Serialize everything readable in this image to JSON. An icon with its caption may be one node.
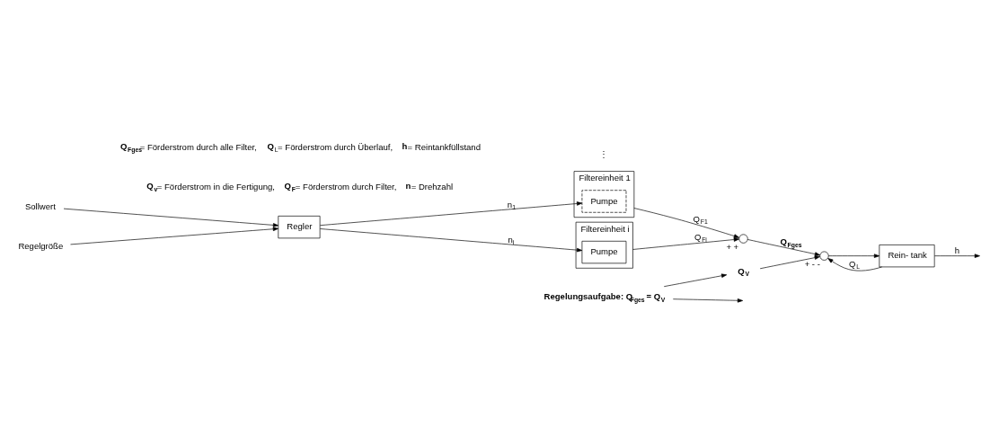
{
  "diagram": {
    "nodes": [
      {
        "text": [
          "Sollwert"
        ]
      },
      {
        "text": [
          "Regelgröße"
        ]
      },
      {
        "text": [
          "Regler"
        ]
      },
      {
        "text": [
          "Filtereinheit 1"
        ]
      },
      {
        "text": [
          "Pumpe"
        ],
        "in": 3
      },
      {
        "text": [
          "Filtereinheit i"
        ]
      },
      {
        "text": [
          "Pumpe"
        ],
        "in": 5
      },
      {
        "text": [],
        "shape": "circle",
        "beside": [
          "+",
          "+"
        ]
      },
      {
        "text": [
          "Regelungsaufgabe: Q$_{Fges}$ = Q$_{V}$"
        ]
      },
      {
        "text": [
          "Q$_{V}$"
        ]
      },
      {
        "text": [],
        "shape": "circle",
        "beside": [
          "+",
          "-",
          "-"
        ]
      },
      {
        "text": [
          "Rein- tank"
        ]
      }
    ],
    "edges": [
      {
        "from": 0,
        "to": 2,
        "arrow": "to"
      },
      {
        "from": 1,
        "to": 2,
        "arrow": "to"
      },
      {
        "from": 2,
        "to": 4,
        "arrow": "to",
        "label": "n$_{1}$"
      },
      {
        "from": 2,
        "to": 6,
        "arrow": "to",
        "label": "n$_{i}$"
      },
      {
        "from": 3,
        "to": 7,
        "arrow": "to",
        "label": "Q$_{F1}$"
      },
      {
        "from": 5,
        "to": 7,
        "arrow": "to",
        "label": "Q$_{Fi}$"
      },
      {
        "from": 7,
        "to": 10,
        "arrow": "to",
        "label": "Q$_{Fges}$"
      },
      {
        "from": 8,
        "to": null,
        "arrow": "to"
      },
      {
        "from": 8,
        "to": 9,
        "arrow": "to"
      },
      {
        "from": 9,
        "to": 10,
        "arrow": "to"
      },
      {
        "from": 10,
        "to": 11,
        "arrow": "to"
      },
      {
        "from": 11,
        "to": 10,
        "arrow": "to",
        "label": "Q$_{L}$"
      },
      {
        "from": 11,
        "to": null,
        "arrow": "to",
        "label": "h"
      }
    ],
    "labels": [
      "⋮",
      "**Q$_{v}$**= Förderstrom in die Fertigung, **Q$_{F}$**= Förderstrom durch Filter, **n**= Drehzahl",
      "**Q$_{Fges}$**= Förderstrom durch alle Filter, **Q**$_{L}$= Förderstrom durch Überlauf, **h**= Reintankfüllstand"
    ]
  }
}
